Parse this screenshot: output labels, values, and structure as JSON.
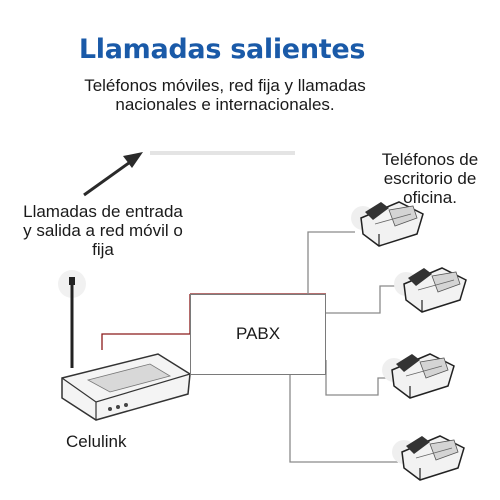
{
  "title": "Llamadas salientes",
  "subtitle": "Teléfonos móviles, red fija y llamadas nacionales e internacionales.",
  "label_inout": "Llamadas de entrada y salida a red móvil o fija",
  "label_desk_phones": "Teléfonos de escritorio de oficina.",
  "pabx": "PABX",
  "celulink": "Celulink",
  "colors": {
    "title": "#1a5aa8",
    "line_red": "#8b1a1a",
    "line_gray": "#8a8a8a",
    "arrow": "#2a2a2a"
  },
  "icons": [
    "arrow-up-right-icon",
    "router-antenna-icon",
    "desk-phone-icon"
  ]
}
